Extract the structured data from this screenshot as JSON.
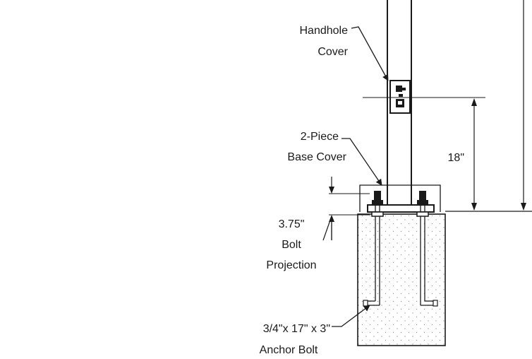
{
  "labels": {
    "handhole_line1": "Handhole",
    "handhole_line2": "Cover",
    "basecover_line1": "2-Piece",
    "basecover_line2": "Base Cover",
    "dim_18": "18\"",
    "bolt_dim": "3.75\"",
    "bolt_line2": "Bolt",
    "bolt_line3": "Projection",
    "anchor_line1": "3/4\"x 17\" x 3\"",
    "anchor_line2": "Anchor Bolt"
  },
  "colors": {
    "line": "#1a1a1a",
    "concrete_dots": "#9a9a9a",
    "background": "#ffffff"
  }
}
